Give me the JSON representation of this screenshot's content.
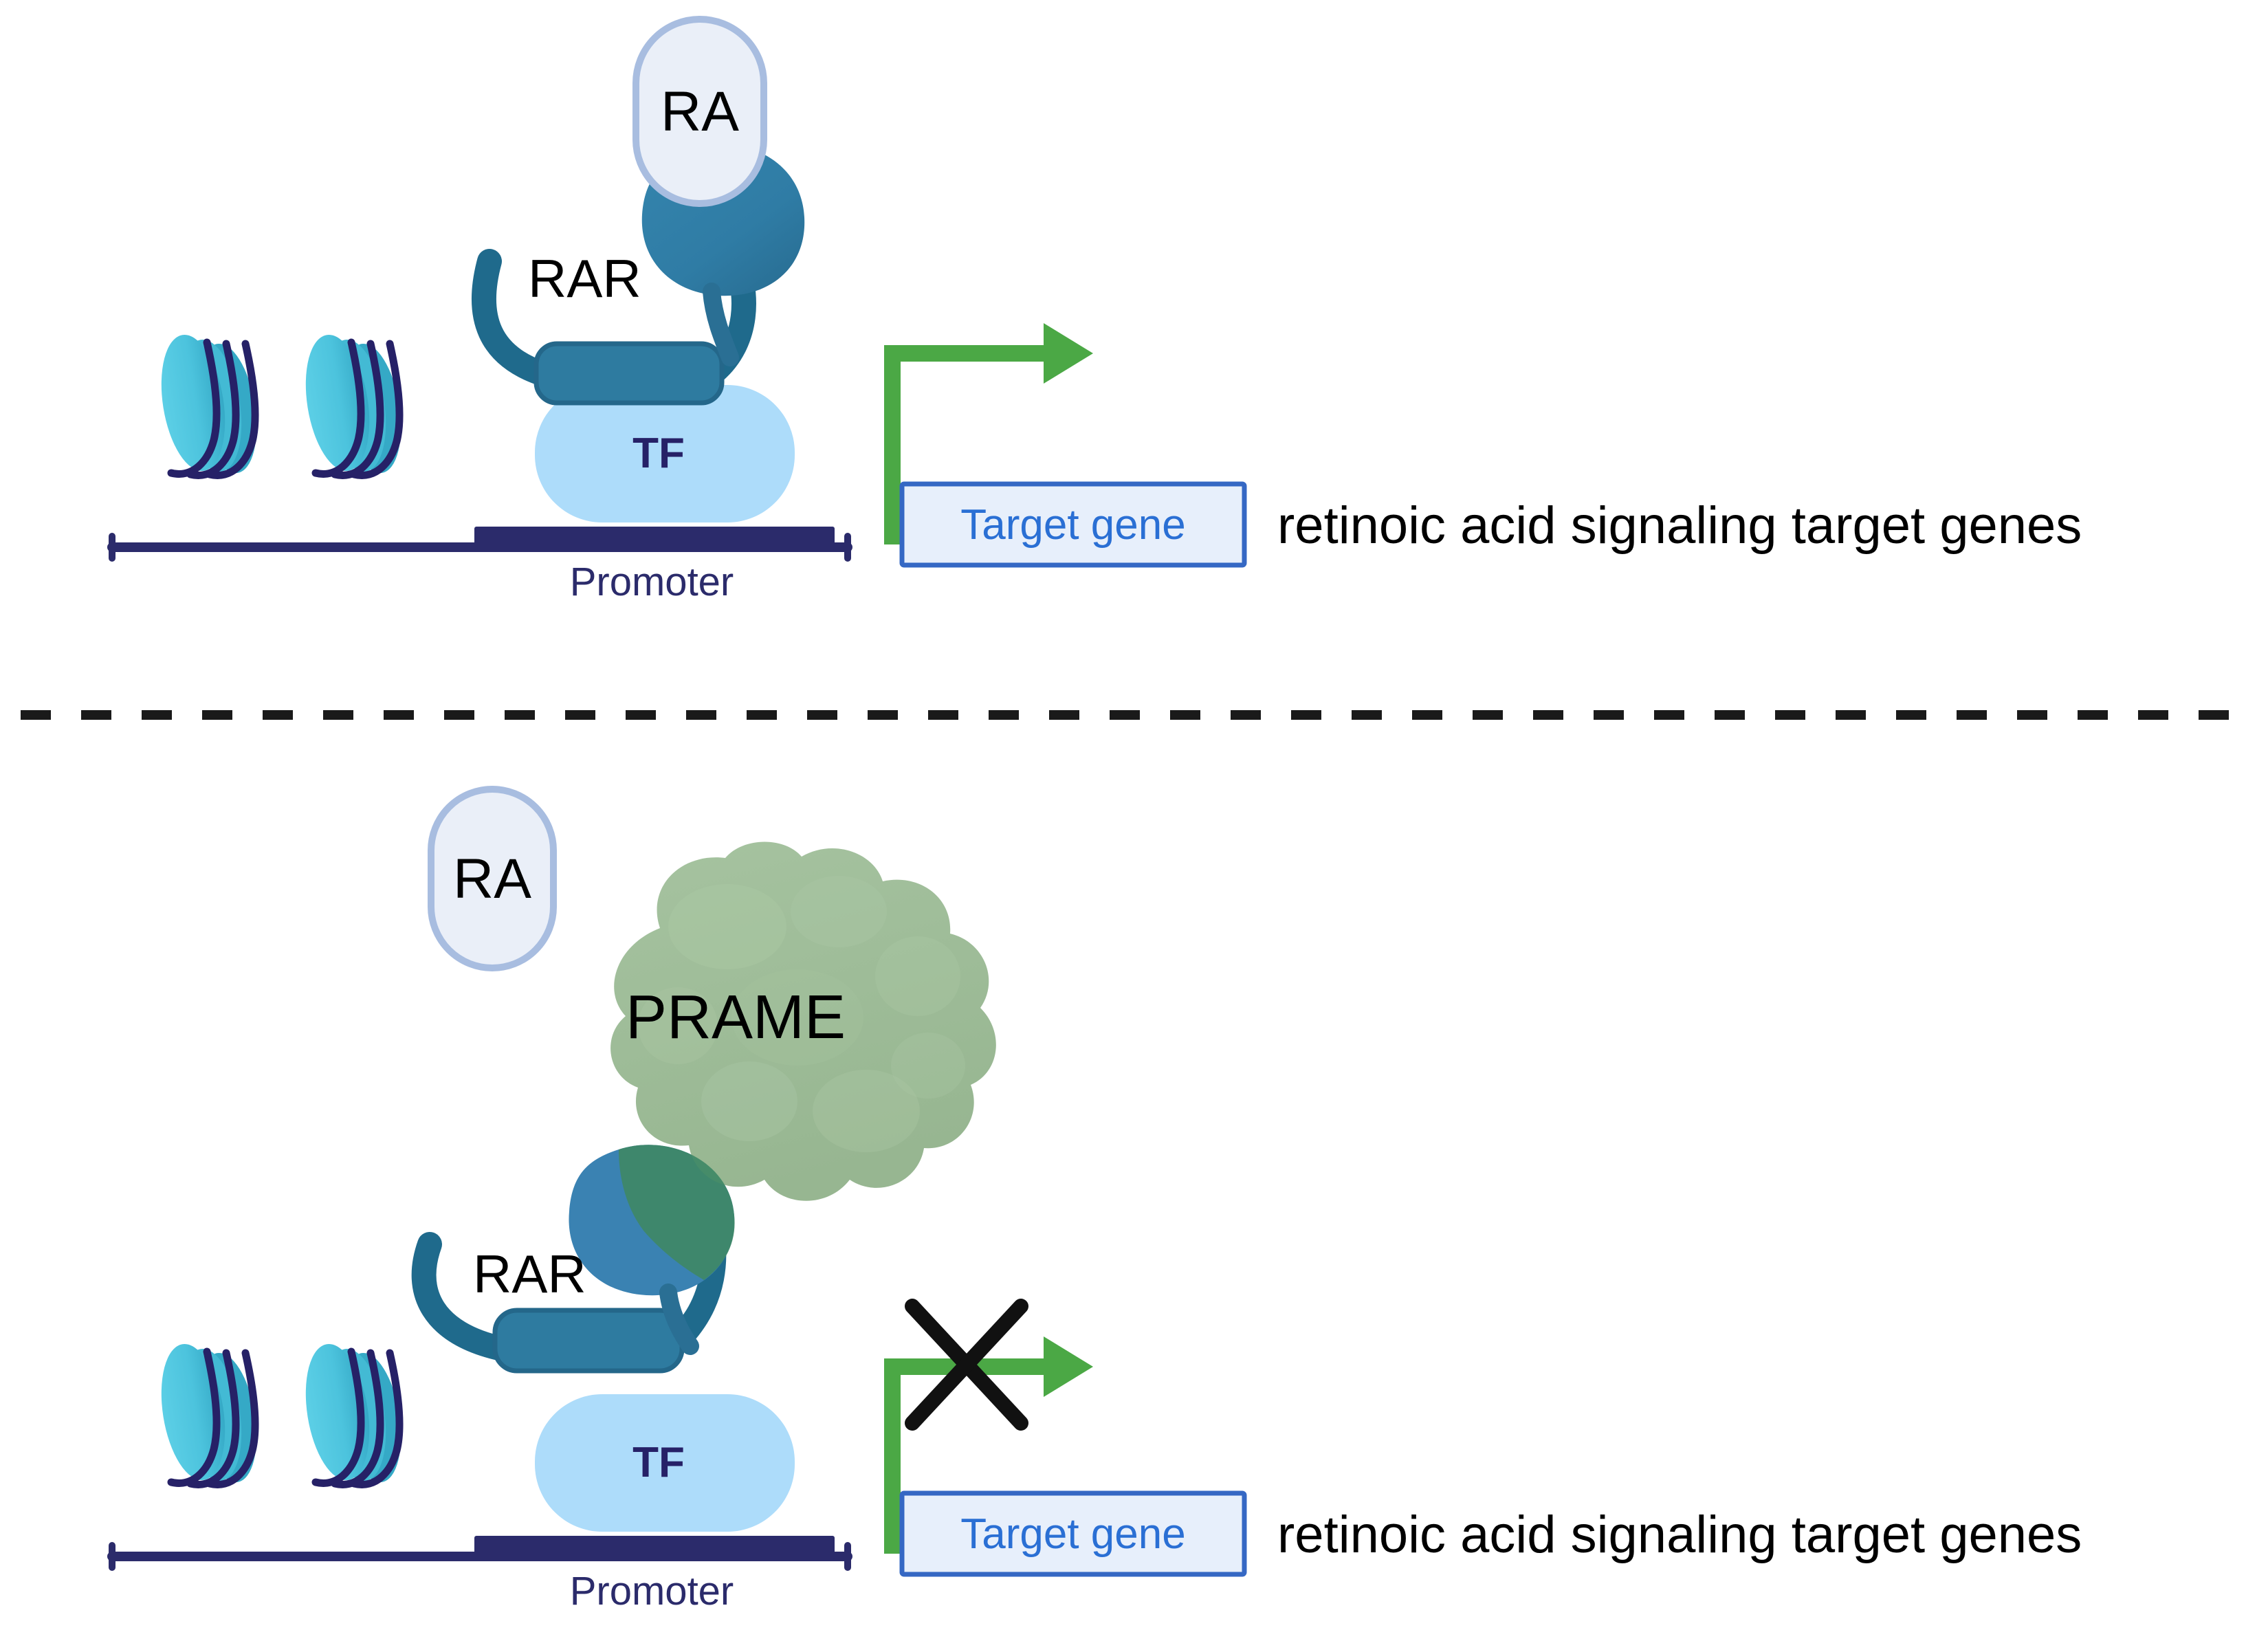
{
  "figure": {
    "title_hidden": "",
    "panels": [
      {
        "id": "panel-active",
        "description": "RA-bound RAR activates transcription",
        "labels": {
          "ligand": "RA",
          "receptor": "RAR",
          "transcription_factor": "TF",
          "promoter": "Promoter",
          "target_gene": "Target gene",
          "caption": "retinoic acid signaling target genes"
        },
        "transcription_state": "active",
        "blocked": false
      },
      {
        "id": "panel-blocked",
        "description": "PRAME sequesters RAR and blocks transcription",
        "labels": {
          "ligand": "RA",
          "receptor": "RAR",
          "repressor": "PRAME",
          "transcription_factor": "TF",
          "promoter": "Promoter",
          "target_gene": "Target gene",
          "caption": "retinoic acid signaling target genes"
        },
        "transcription_state": "blocked",
        "blocked": true,
        "block_marker": "x-cross-icon"
      }
    ],
    "divider": {
      "style": "dashed",
      "color": "#1a1a1a"
    },
    "colors": {
      "ra_capsule_fill": "#eaeff8",
      "ra_capsule_stroke": "#a8bde0",
      "rar_lbd_fill": "#2f7ca5",
      "rar_lbd_shadow": "#2a6f94",
      "rar_hinge": "#1f6a8c",
      "rar_dbd_fill": "#2e7ba0",
      "tf_fill": "#addcfa",
      "tf_text": "#262167",
      "dna_line": "#2b2b6b",
      "promoter_bar": "#2b2b6b",
      "promoter_text": "#2b2b6b",
      "nucleosome_fill": "#4cc3dd",
      "nucleosome_shade": "#37adc9",
      "nucleosome_wrap": "#262167",
      "target_gene_fill": "#e7effb",
      "target_gene_stroke": "#3568c4",
      "target_gene_text": "#2a6fd4",
      "arrow_green": "#4ba845",
      "prame_fill": "#9cba96",
      "prame_fill_light": "#aac4a3",
      "prame_overlap": "#3f8866",
      "caption_text": "#000000",
      "label_text": "#000000"
    }
  }
}
